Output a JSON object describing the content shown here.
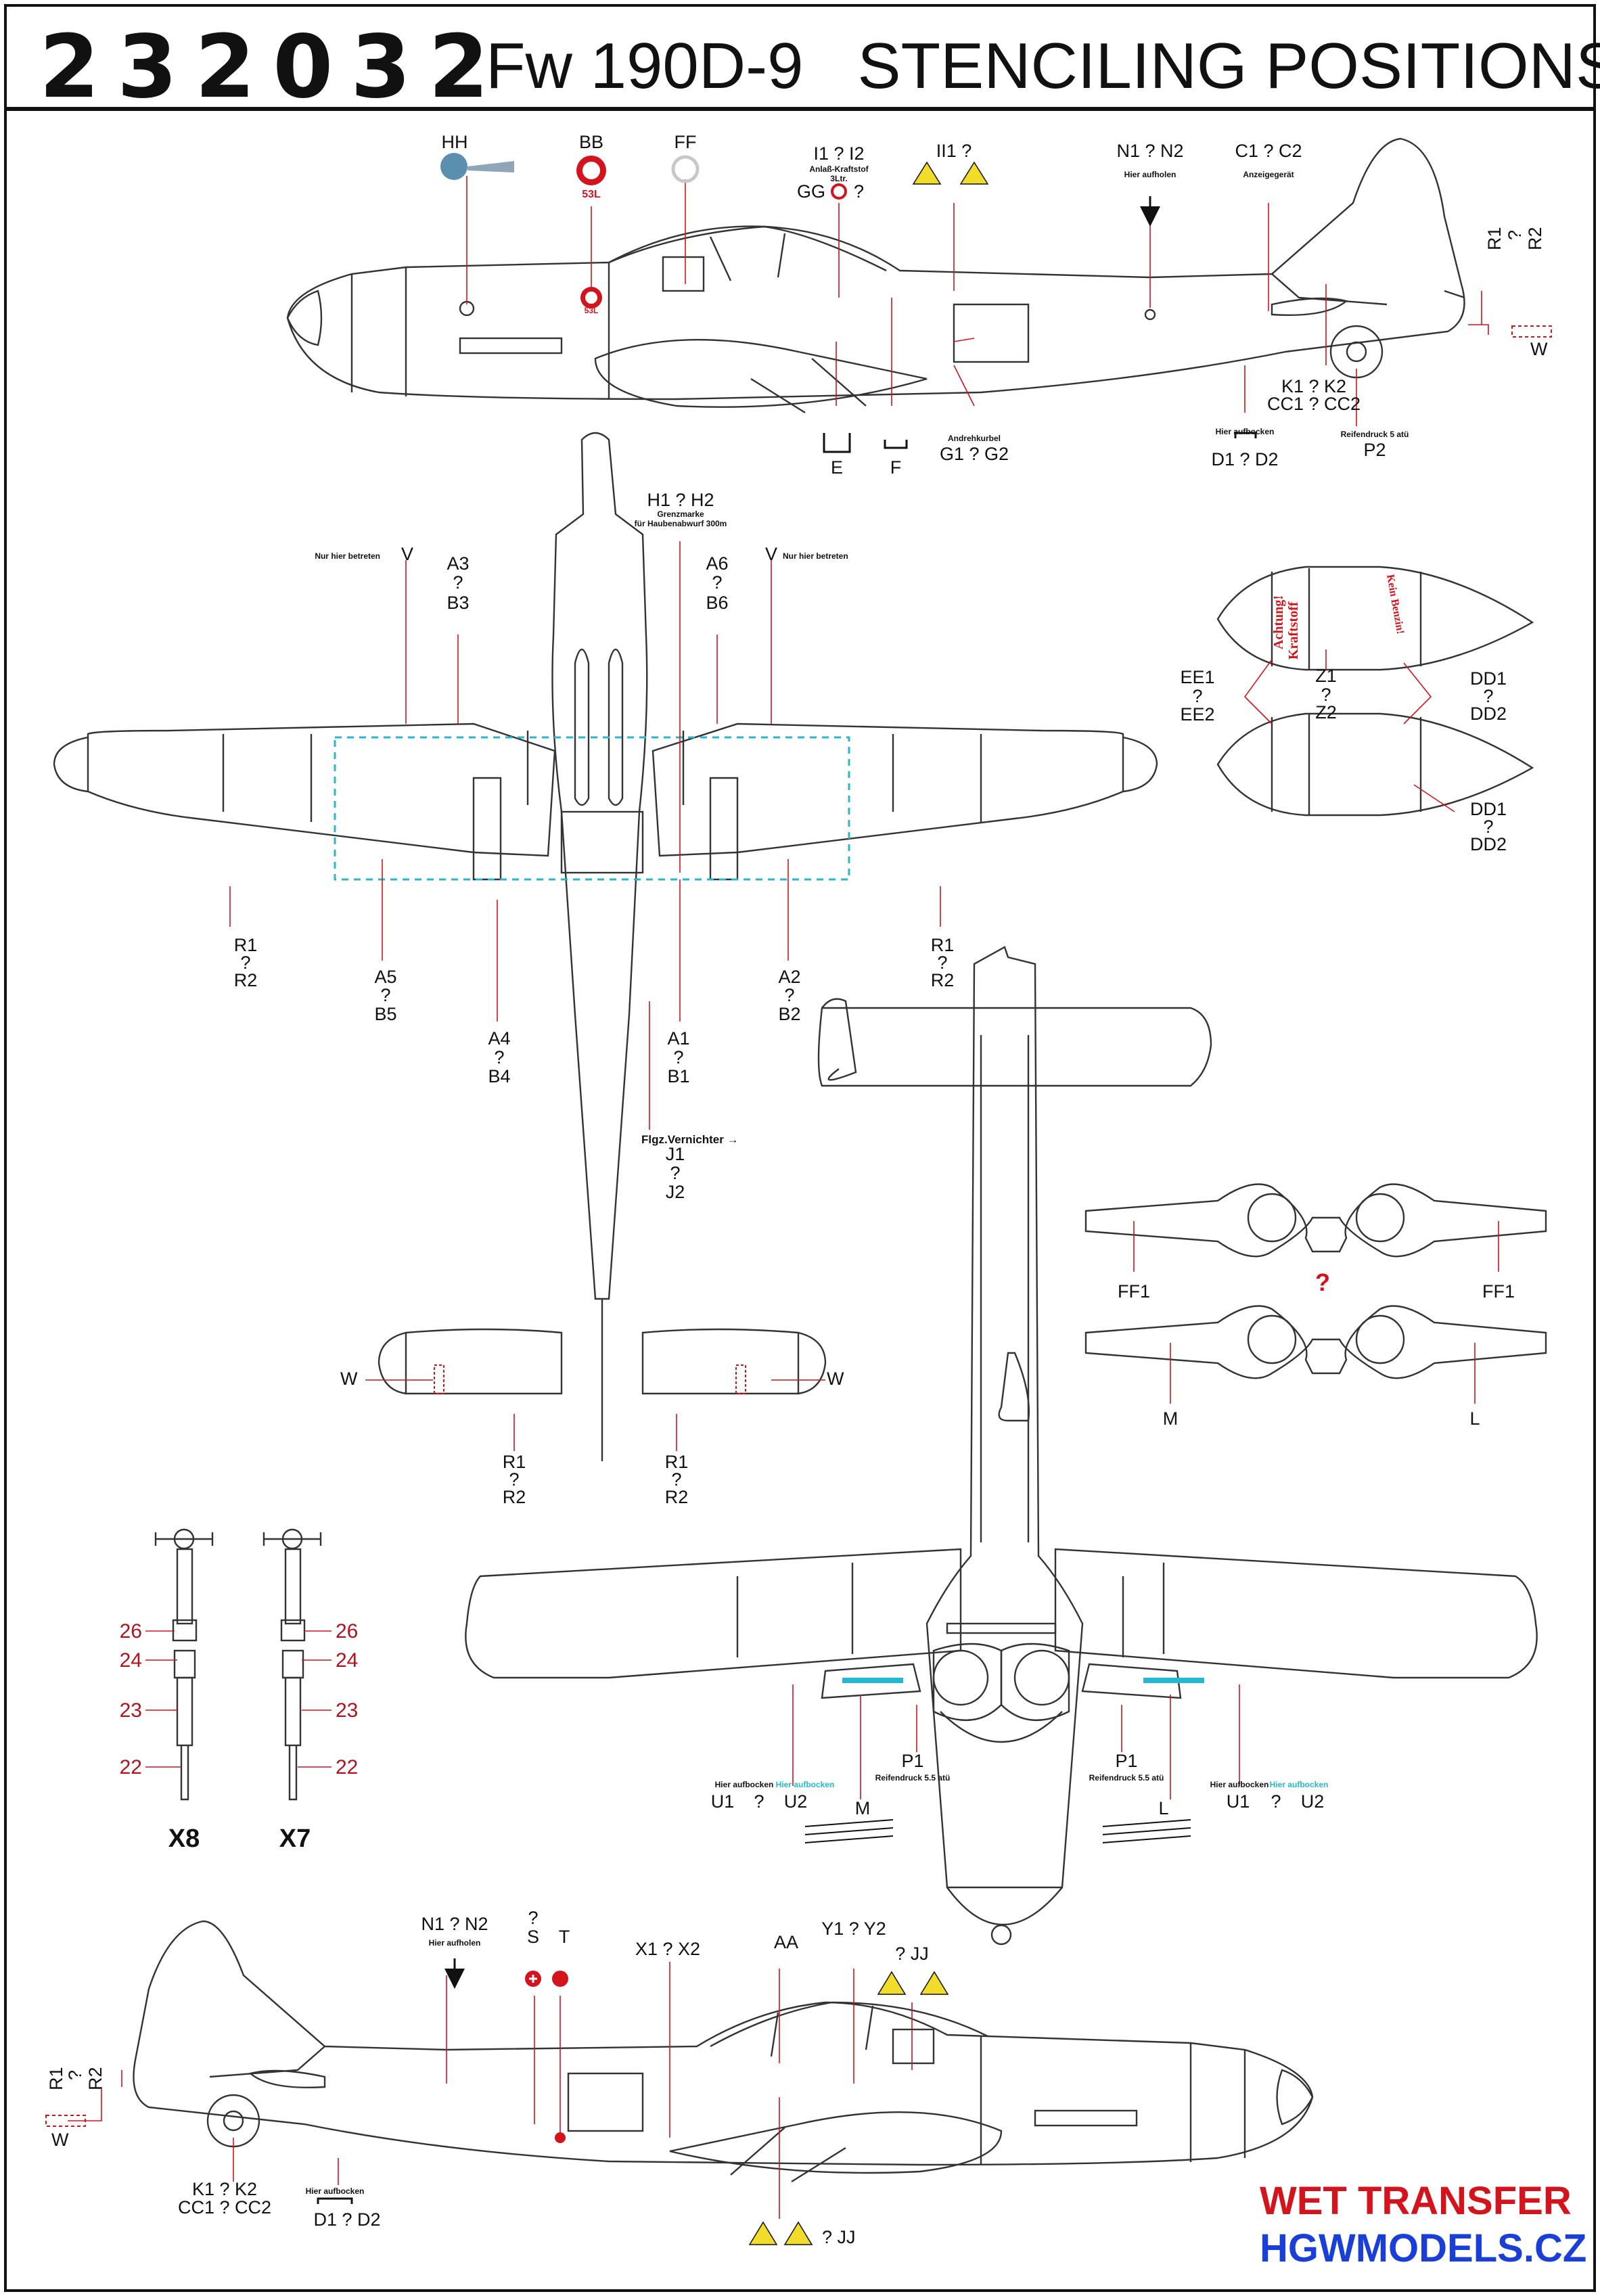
{
  "header": {
    "code": "232032",
    "model": "Fw 190D-9",
    "subject": "STENCILING POSITIONS"
  },
  "side_top": {
    "HH": "HH",
    "BB": "BB",
    "FF": "FF",
    "bb_badge": "53L",
    "bb_badge2": "53L",
    "I12": "I1 ? I2",
    "I_sub1": "Anlaß-Kraftstof",
    "I_sub2": "3Ltr.",
    "GG": "GG",
    "GG_q": "?",
    "II1": "II1 ?",
    "N12": "N1 ? N2",
    "N_sub": "Hier aufholen",
    "C12": "C1 ? C2",
    "C_sub": "Anzeigegerät",
    "R1": "R1",
    "Rq": "?",
    "R2": "R2",
    "W": "W",
    "K12": "K1 ? K2",
    "CC12": "CC1 ? CC2",
    "E": "E",
    "F": "F",
    "G_sub": "Andrehkurbel",
    "G12": "G1 ? G2",
    "D_sub": "Hier aufbocken",
    "D12": "D1 ? D2",
    "P_sub": "Reifendruck 5 atü",
    "P2": "P2"
  },
  "plan_top": {
    "H12": "H1 ? H2",
    "H_sub1": "Grenzmarke",
    "H_sub2": "für Haubenabwurf 300m",
    "nur": "Nur hier betreten",
    "V": "V",
    "A3": "A3",
    "B3": "B3",
    "A6": "A6",
    "B6": "B6",
    "q": "?",
    "R1": "R1",
    "R2": "R2",
    "A5": "A5",
    "B5": "B5",
    "A4": "A4",
    "B4": "B4",
    "A1": "A1",
    "B1": "B1",
    "A2": "A2",
    "B2": "B2",
    "J_sub": "Flgz.Vernichter →",
    "J1": "J1",
    "J2": "J2",
    "W": "W"
  },
  "drop_tank": {
    "EE1": "EE1",
    "EE2": "EE2",
    "Z1": "Z1",
    "Z2": "Z2",
    "DD1": "DD1",
    "DD2": "DD2",
    "q": "?",
    "t1": "Achtung!",
    "t2": "Kraftstoff",
    "t3": "Kein Benzin!"
  },
  "gear_doors": {
    "FF1": "FF1",
    "qred": "?",
    "M": "M",
    "L": "L"
  },
  "legs": {
    "n26": "26",
    "n24": "24",
    "n23": "23",
    "n22": "22",
    "X8": "X8",
    "X7": "X7"
  },
  "plan_bottom": {
    "U_sub": "Hier aufbocken",
    "U1": "U1",
    "q": "?",
    "U2": "U2",
    "P1": "P1",
    "P_sub": "Reifendruck 5.5 atü",
    "M": "M",
    "L": "L"
  },
  "side_bottom": {
    "N12": "N1 ? N2",
    "N_sub": "Hier aufholen",
    "S": "S",
    "Sq": "?",
    "T": "T",
    "X12": "X1 ? X2",
    "AA": "AA",
    "Y12": "Y1 ? Y2",
    "JJ": "? JJ",
    "JJ2": "? JJ",
    "R1": "R1",
    "Rq": "?",
    "R2": "R2",
    "W": "W",
    "K12": "K1 ? K2",
    "CC12": "CC1 ? CC2",
    "D_sub": "Hier aufbocken",
    "D12": "D1 ? D2"
  },
  "footer": {
    "line1": "WET TRANSFER",
    "line2": "HGWMODELS.CZ"
  },
  "colors": {
    "ink": "#111111",
    "cyan": "#27b7cf",
    "red": "#d4141c",
    "blue": "#1a3fd8",
    "yellow": "#f2dc2a"
  }
}
